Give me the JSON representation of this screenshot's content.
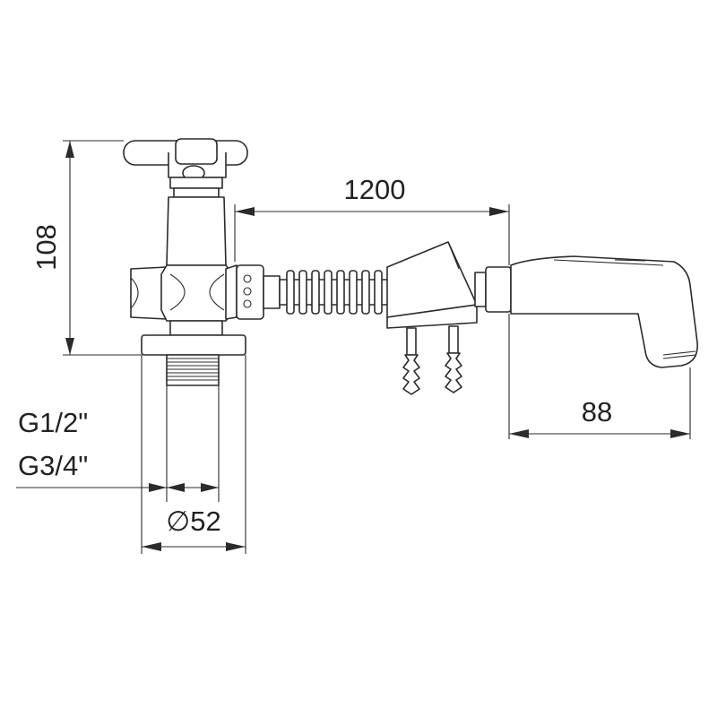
{
  "dimensions": {
    "height": "108",
    "hose_length": "1200",
    "spray_head_length": "88",
    "base_diameter": "∅52"
  },
  "thread_sizes": [
    "G1/2\"",
    "G3/4\""
  ],
  "colors": {
    "line": "#2b2b2b",
    "text": "#222222",
    "background": "#ffffff"
  }
}
